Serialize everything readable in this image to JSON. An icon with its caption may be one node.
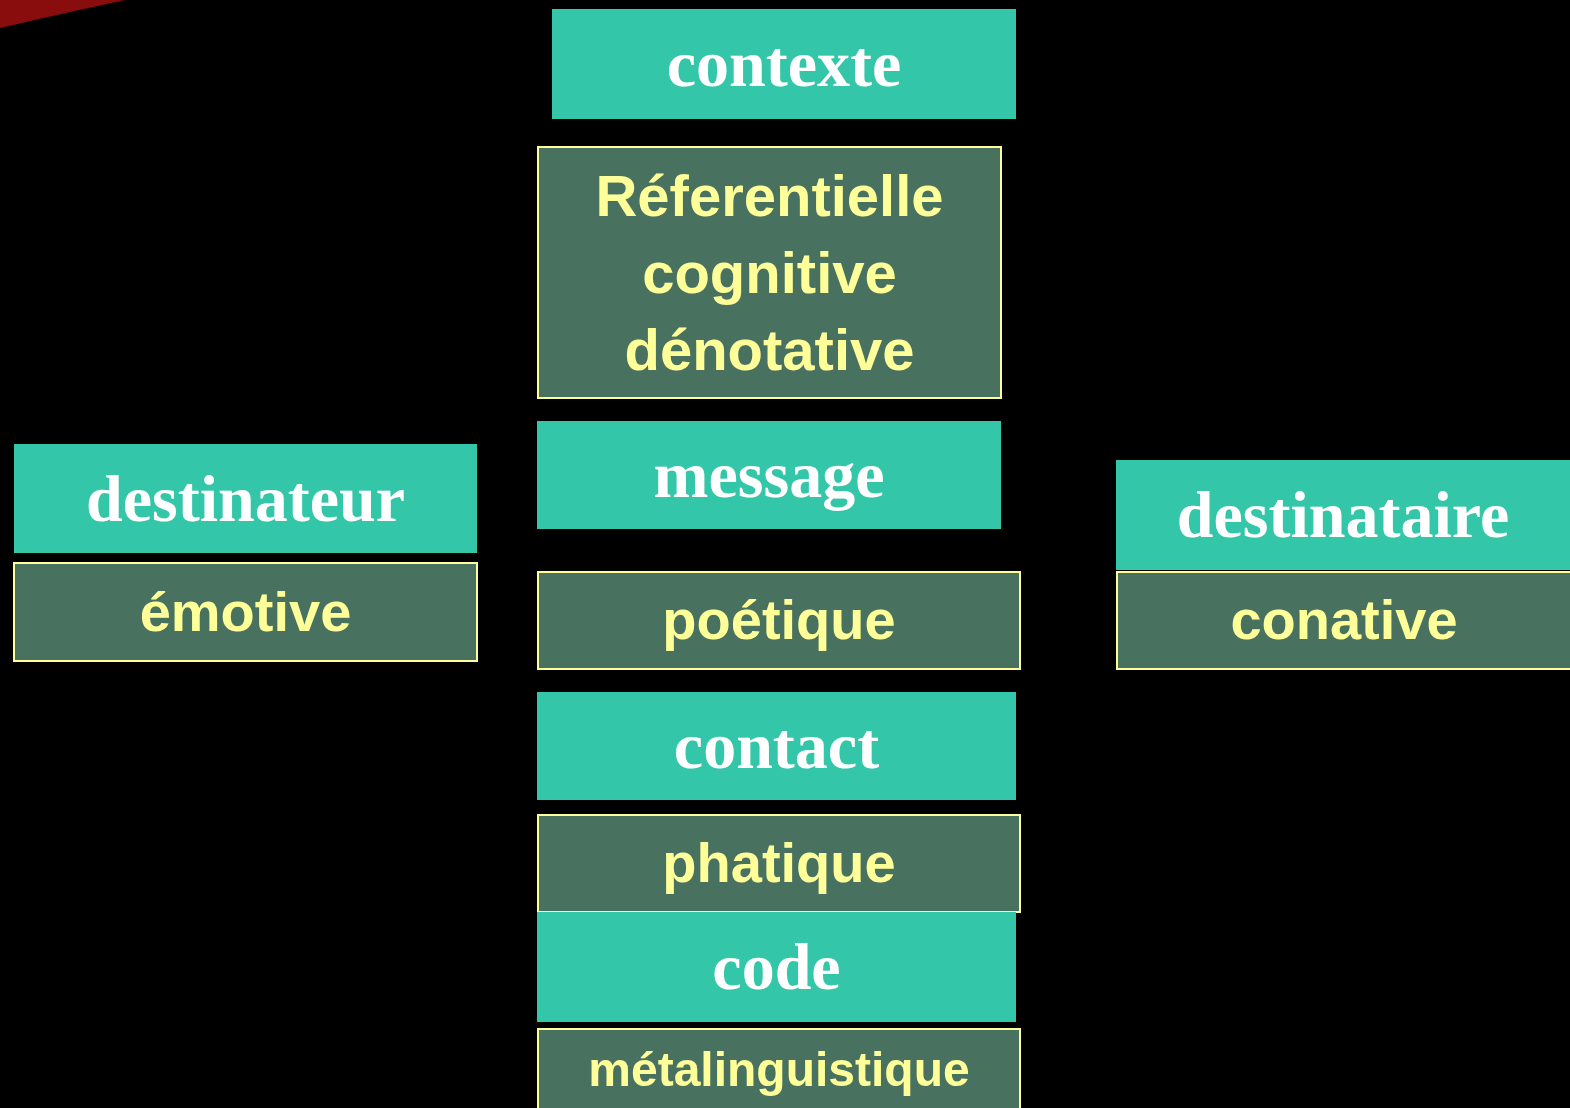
{
  "diagram": {
    "nodes": [
      {
        "text": [
          "contexte"
        ]
      },
      {
        "text": [
          "Réferentielle cognitive dénotative"
        ]
      },
      {
        "text": [
          "destinateur"
        ]
      },
      {
        "text": [
          "émotive"
        ]
      },
      {
        "text": [
          "message"
        ]
      },
      {
        "text": [
          "poétique"
        ]
      },
      {
        "text": [
          "destinataire"
        ]
      },
      {
        "text": [
          "conative"
        ]
      },
      {
        "text": [
          "contact"
        ]
      },
      {
        "text": [
          "phatique"
        ]
      },
      {
        "text": [
          "code"
        ]
      },
      {
        "text": [
          "métalinguistique"
        ]
      }
    ]
  }
}
